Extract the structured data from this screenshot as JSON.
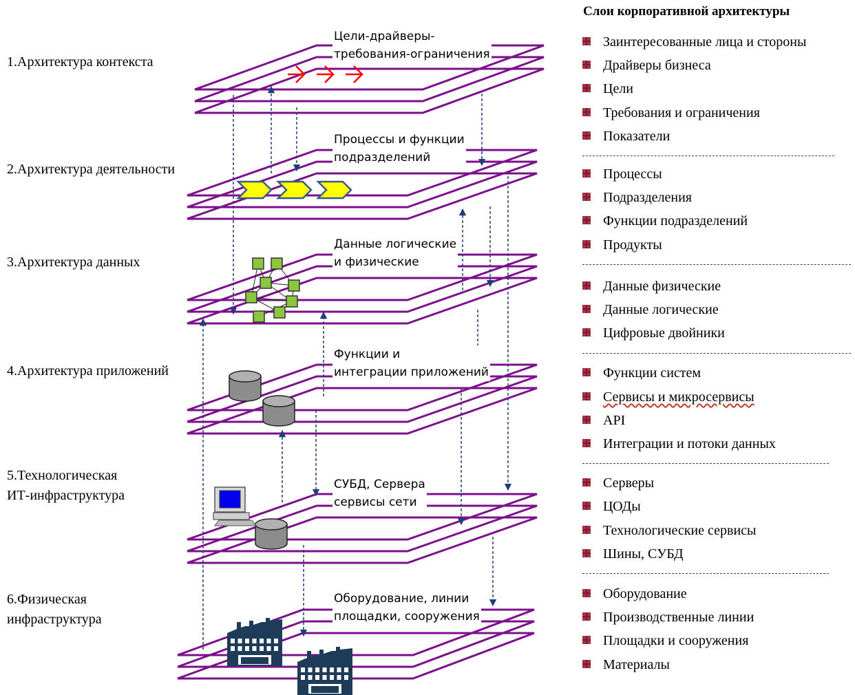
{
  "layers": [
    {
      "name": "1.Архитектура контекста",
      "caption": "Цели-драйверы-\nтребования-ограничения"
    },
    {
      "name": "2.Архитектура деятельности",
      "caption": "Процессы и функции\nподразделений"
    },
    {
      "name": "3.Архитектура данных",
      "caption": "Данные логические\nи физические"
    },
    {
      "name": "4.Архитектура приложений",
      "caption": "Функции и\nинтеграции приложений"
    },
    {
      "name": "5.Технологическая\nИТ-инфраструктура",
      "caption": "СУБД, Сервера\nсервисы сети"
    },
    {
      "name": "6.Физическая\nинфраструктура",
      "caption": "Оборудование, линии\nплощадки, сооружения"
    }
  ],
  "legend": {
    "title": "Слои корпоративной архитектуры",
    "groups": [
      [
        "Заинтересованные лица и стороны",
        "Драйверы бизнеса",
        "Цели",
        "Требования и ограничения",
        "Показатели"
      ],
      [
        "Процессы",
        "Подразделения",
        "Функции подразделений",
        "Продукты"
      ],
      [
        "Данные физические",
        "Данные логические",
        "Цифровые двойники"
      ],
      [
        "Функции систем",
        "Сервисы и микросервисы",
        "API",
        "Интеграции и потоки данных"
      ],
      [
        "Серверы",
        "ЦОДы",
        "Технологические сервисы",
        "Шины, СУБД"
      ],
      [
        "Оборудование",
        "Производственные линии",
        "Площадки и сооружения",
        "Материалы"
      ]
    ]
  },
  "colors": {
    "plane": "#7b0f8c",
    "arrow": "#1f3d7a",
    "process": "#ffff00",
    "node": "#8cc63f",
    "cylinder": "#8c8c8c",
    "bullet": "#a83048",
    "context_arrow": "#ff0000"
  },
  "icons": [
    "red-arrow-icon",
    "process-chevron-icon",
    "data-node-icon",
    "database-cylinder-icon",
    "computer-icon",
    "factory-icon"
  ]
}
